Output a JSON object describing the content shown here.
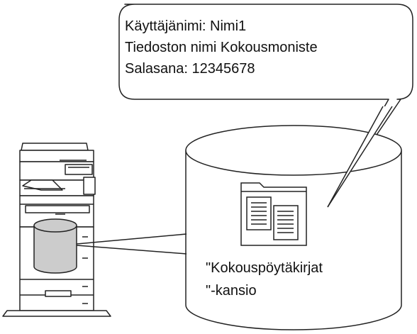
{
  "callout": {
    "lines": [
      "Käyttäjänimi: Nimi1",
      "Tiedoston nimi Kokousmoniste",
      "Salasana: 12345678"
    ]
  },
  "server": {
    "folder_label_lines": [
      "\"Kokouspöytäkirjat",
      "\"-kansio"
    ]
  },
  "icons": {
    "machine": "multifunction-printer-icon",
    "storage": "storage-drum-icon",
    "folder": "folder-with-documents-icon"
  },
  "colors": {
    "stroke": "#222222",
    "storage_fill": "#cccccc",
    "background": "#ffffff"
  }
}
